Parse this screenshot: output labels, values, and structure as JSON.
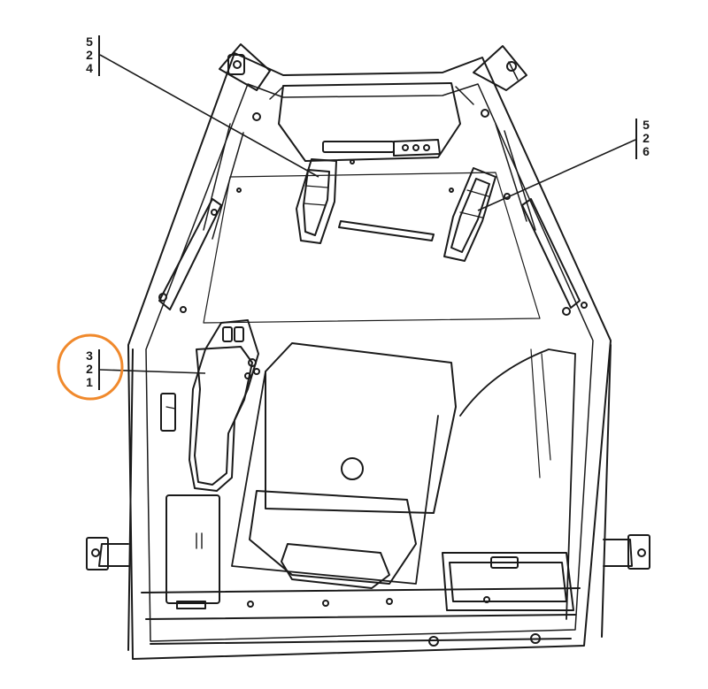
{
  "diagram": {
    "callouts": [
      {
        "id": "524",
        "digits": [
          "5",
          "2",
          "4"
        ]
      },
      {
        "id": "526",
        "digits": [
          "5",
          "2",
          "6"
        ]
      },
      {
        "id": "321",
        "digits": [
          "3",
          "2",
          "1"
        ],
        "highlighted": true
      }
    ],
    "colors": {
      "line": "#1a1a1a",
      "highlight": "#f0892c",
      "background": "#ffffff"
    }
  }
}
